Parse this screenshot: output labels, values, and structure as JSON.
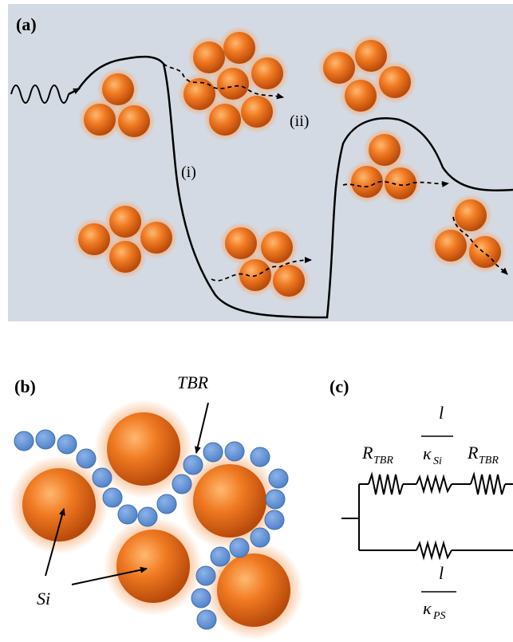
{
  "panel_a": {
    "label": "(a)",
    "path_i_label": "(i)",
    "path_ii_label": "(ii)"
  },
  "panel_b": {
    "label": "(b)",
    "tbr_label": "TBR",
    "si_label": "Si"
  },
  "panel_c": {
    "label": "(c)",
    "r_tbr_main": "R",
    "r_tbr_sub": "TBR",
    "l_label": "l",
    "kappa_symbol": "κ",
    "kappa_si_sub": "Si",
    "kappa_ps_sub": "PS"
  }
}
